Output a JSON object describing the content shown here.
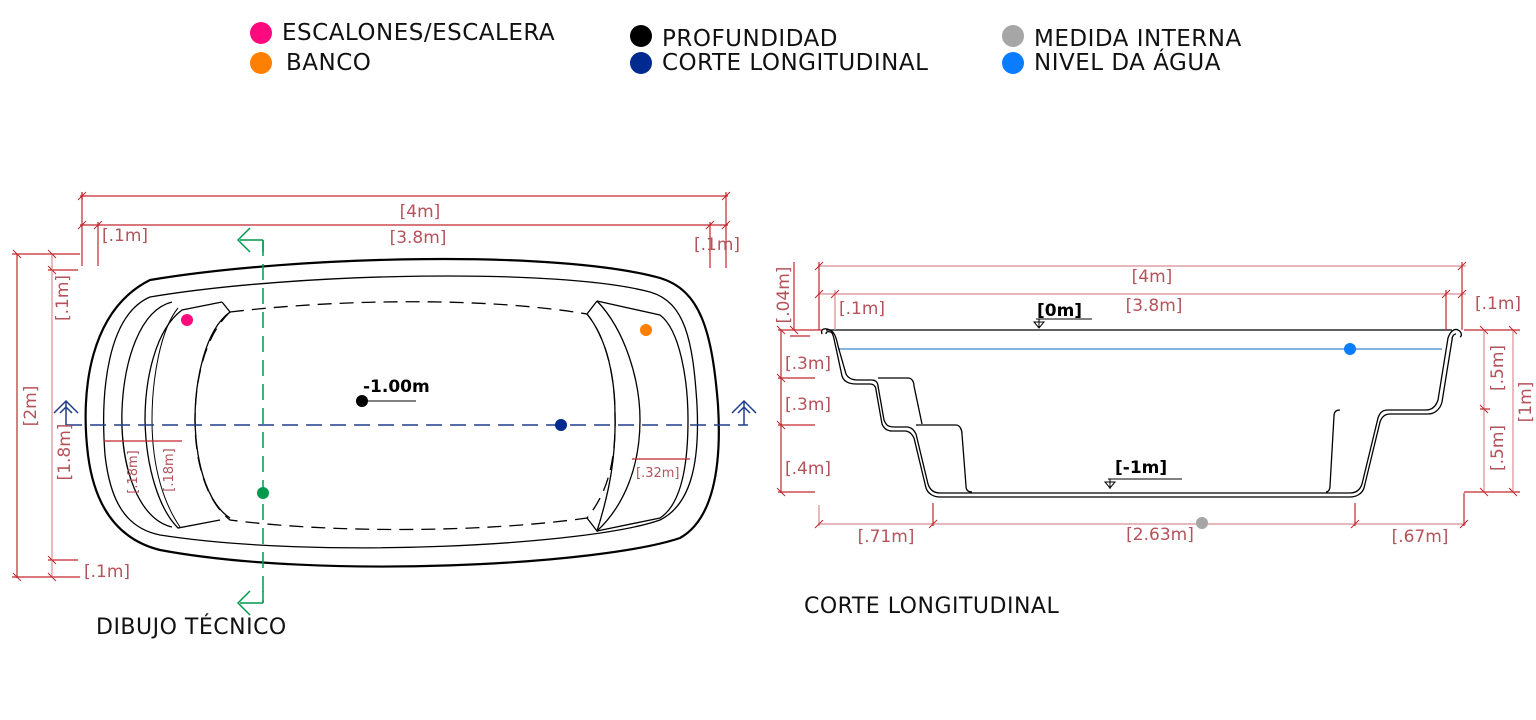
{
  "legend": [
    {
      "label": "ESCALONES/ESCALERA",
      "color": "#ff0a7e",
      "icon": "pink-dot-icon"
    },
    {
      "label": "BANCO",
      "color": "#ff8000",
      "icon": "orange-dot-icon"
    },
    {
      "label": "PROFUNDIDAD",
      "color": "#000000",
      "icon": "black-dot-icon"
    },
    {
      "label": "CORTE LONGITUDINAL",
      "color": "#002a8f",
      "icon": "navy-dot-icon"
    },
    {
      "label": "MEDIDA INTERNA",
      "color": "#a6a6a6",
      "icon": "gray-dot-icon"
    },
    {
      "label": "NIVEL DA ÁGUA",
      "color": "#0a7cff",
      "icon": "blue-dot-icon"
    }
  ],
  "plan": {
    "caption": "DIBUJO TÉCNICO",
    "depth_label": "-1.00m",
    "dims": {
      "total_length": "[4m]",
      "inner_length": "[3.8m]",
      "rim_left": "[.1m]",
      "rim_right": "[.1m]",
      "total_width": "[2m]",
      "inner_width": "[1.8m]",
      "rim_top": "[.1m]",
      "rim_bottom": "[.1m]",
      "step1": "[.18m]",
      "step2": "[.18m]",
      "bench": "[.32m]"
    },
    "section_marker_color": "#009a4e"
  },
  "section": {
    "caption": "CORTE LONGITUDINAL",
    "level_top": "[0m]",
    "level_bottom": "[-1m]",
    "dims": {
      "total_length": "[4m]",
      "inner_length": "[3.8m]",
      "rim_left": "[.1m]",
      "rim_right": "[.1m]",
      "lip_height": "[.04m]",
      "step_h1": "[.3m]",
      "step_h2": "[.3m]",
      "step_h3": "[.4m]",
      "bench_h1": "[.5m]",
      "bench_h2": "[.5m]",
      "total_depth": "[1m]",
      "bottom_left": "[.71m]",
      "bottom_middle": "[2.63m]",
      "bottom_right": "[.67m]"
    }
  },
  "colors": {
    "dimension": "#c0272d",
    "dimension_text": "#b5525a",
    "water": "#5b9bd5"
  }
}
